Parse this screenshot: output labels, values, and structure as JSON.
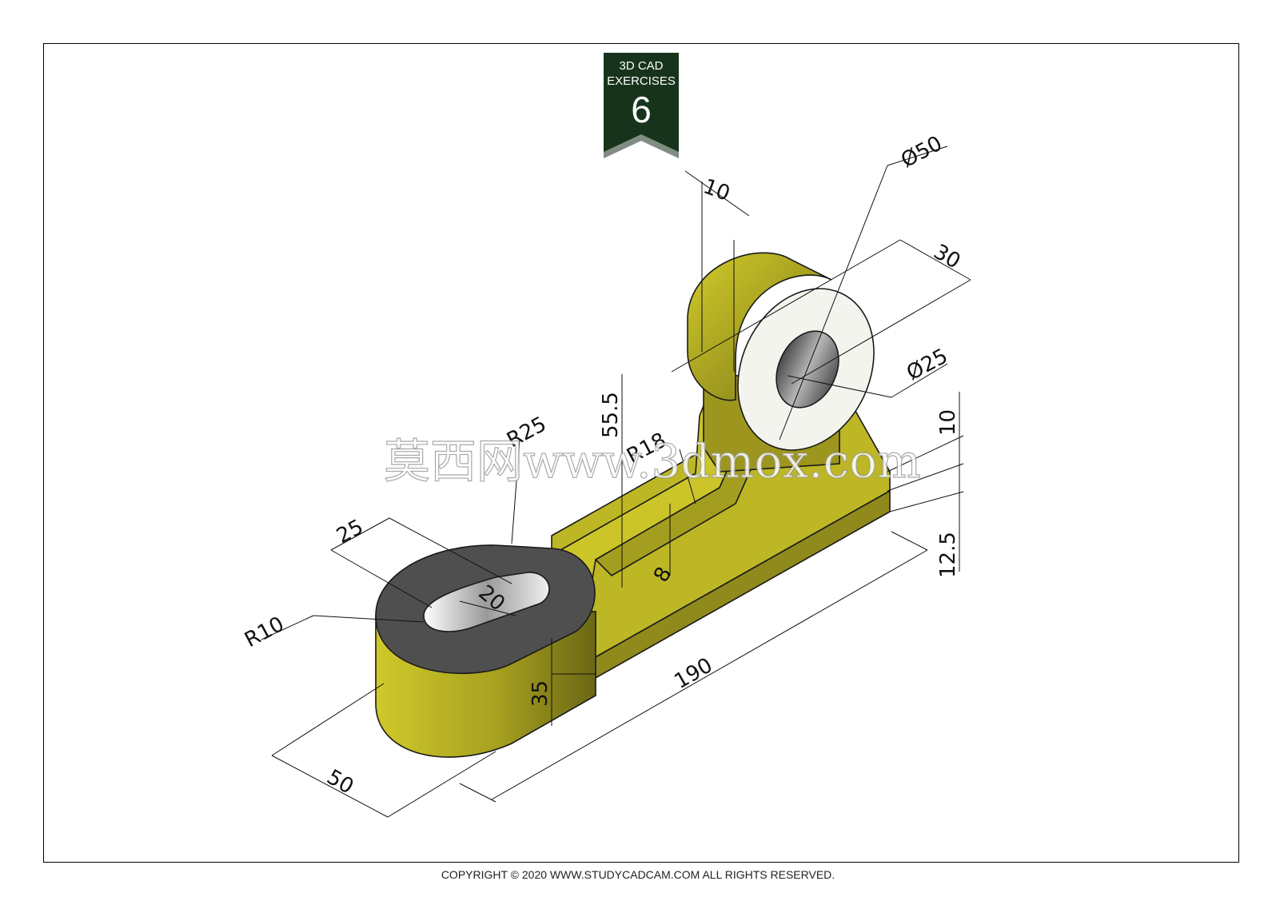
{
  "badge": {
    "line1": "3D CAD",
    "line2": "EXERCISES",
    "number": "6",
    "color": "#17331c"
  },
  "dimensions": {
    "top_width": "10",
    "boss_diameter": "Ø50",
    "boss_depth": "30",
    "bore_diameter": "Ø25",
    "rib_height": "55.5",
    "fillet_radius": "R18",
    "link_radius": "R25",
    "base_thickness_top": "10",
    "base_thickness_bottom": "12.5",
    "rib_thickness": "8",
    "end_width": "25",
    "slot_width": "20",
    "slot_radius": "R10",
    "end_height": "35",
    "total_length": "190",
    "base_width": "50"
  },
  "watermark": "莫西网www.3dmox.com",
  "footer": {
    "copyright": "COPYRIGHT © 2020 WWW.STUDYCADCAM.COM ALL RIGHTS RESERVED."
  },
  "colors": {
    "body_yellow": "#c6c026",
    "body_shadow": "#8e891a",
    "end_face_dark": "#555555",
    "boss_face_white": "#f4f4ee",
    "bore_gray": "#7a7a7a"
  }
}
